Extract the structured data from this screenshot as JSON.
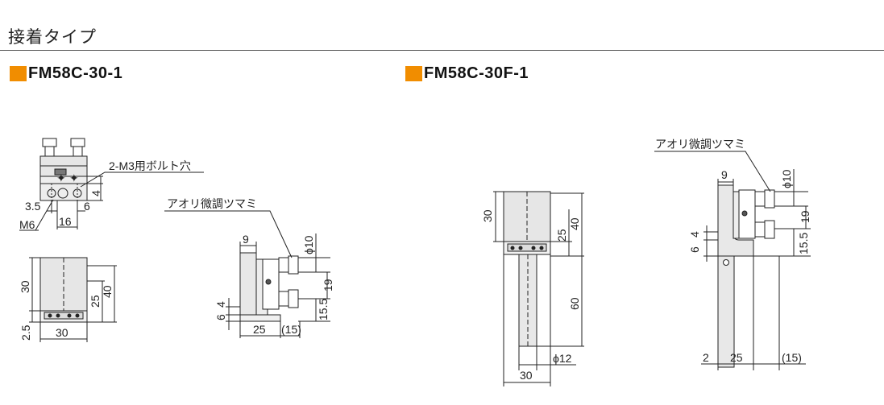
{
  "page": {
    "section_title": "接着タイプ",
    "accent_color": "#f18d00"
  },
  "products": [
    {
      "model": "FM58C-30-1"
    },
    {
      "model": "FM58C-30F-1"
    }
  ],
  "labels": {
    "bolt_hole": "2-M3用ボルト穴",
    "knob": "アオリ微調ツマミ"
  },
  "dims": {
    "d_3_5": "3.5",
    "d_4": "4",
    "d_6": "6",
    "d_16": "16",
    "m6": "M6",
    "d_30": "30",
    "d_25": "25",
    "d_40": "40",
    "d_2_5": "2.5",
    "d_9": "9",
    "phi10": "ϕ10",
    "d_19": "19",
    "d_15_5": "15.5",
    "d_15p": "(15)",
    "d_60": "60",
    "phi12": "ϕ12",
    "d_2": "2"
  }
}
